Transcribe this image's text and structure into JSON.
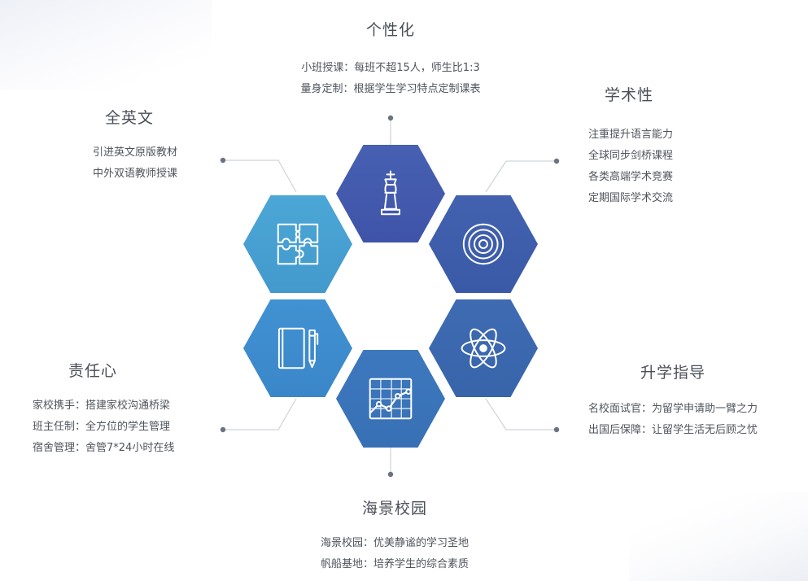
{
  "sections": {
    "personalization": {
      "title": "个性化",
      "lines": [
        "小班授课：每班不超15人，师生比1:3",
        "量身定制：根据学生学习特点定制课表"
      ]
    },
    "academic": {
      "title": "学术性",
      "lines": [
        "注重提升语言能力",
        "全球同步剑桥课程",
        "各类高端学术竞赛",
        "定期国际学术交流"
      ]
    },
    "english": {
      "title": "全英文",
      "lines": [
        "引进英文原版教材",
        "中外双语教师授课"
      ]
    },
    "responsibility": {
      "title": "责任心",
      "lines": [
        "家校携手：搭建家校沟通桥梁",
        "班主任制：全方位的学生管理",
        "宿舍管理：舍管7*24小时在线"
      ]
    },
    "admission": {
      "title": "升学指导",
      "lines": [
        "名校面试官：为留学申请助一臂之力",
        "出国后保障：让留学生活无后顾之忧"
      ]
    },
    "campus": {
      "title": "海景校园",
      "lines": [
        "海景校园：优美静谧的学习圣地",
        "帆船基地：培养学生的综合素质"
      ]
    }
  },
  "hexagons": [
    {
      "id": "chess",
      "icon": "chess-king-icon",
      "color_top": "#4458ad",
      "color_bottom": "#3f54a8"
    },
    {
      "id": "target",
      "icon": "target-icon",
      "color_top": "#3f5fae",
      "color_bottom": "#3a5aa8"
    },
    {
      "id": "atom",
      "icon": "atom-icon",
      "color_top": "#3a68b0",
      "color_bottom": "#3a66ad"
    },
    {
      "id": "chart",
      "icon": "line-chart-icon",
      "color_top": "#3c76bb",
      "color_bottom": "#3a70b6"
    },
    {
      "id": "notebook",
      "icon": "notebook-pen-icon",
      "color_top": "#3d8fd0",
      "color_bottom": "#3a86c9"
    },
    {
      "id": "puzzle",
      "icon": "puzzle-icon",
      "color_top": "#49a3d3",
      "color_bottom": "#4499cd"
    }
  ],
  "colors": {
    "connector": "#cfd3d9",
    "dot": "#6b7382"
  }
}
